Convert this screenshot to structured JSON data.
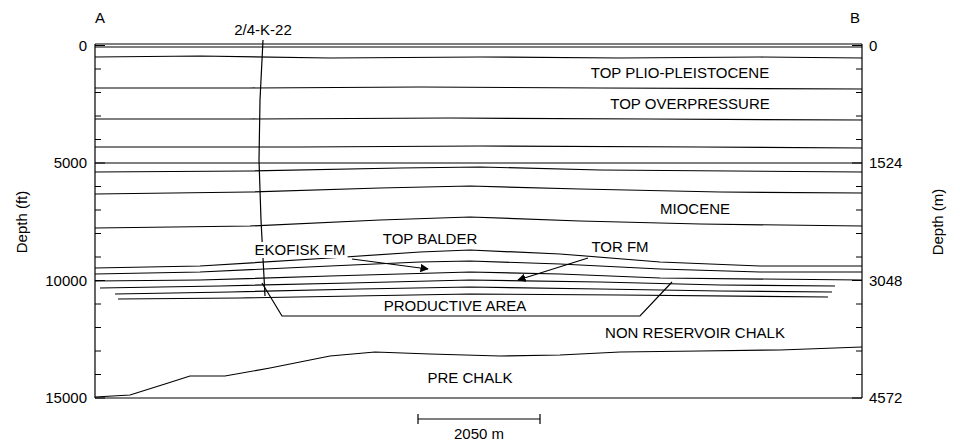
{
  "diagram": {
    "labels": [
      "A",
      "2/4-K-22",
      "B",
      "0",
      "0",
      "TOP PLIO-PLEISTOCENE",
      "TOP OVERPRESSURE",
      "5000",
      "1524",
      "Depth (ft)",
      "Depth (m)",
      "MIOCENE",
      "EKOFISK FM",
      "TOP BALDER",
      "TOR FM",
      "10000",
      "3048",
      "PRODUCTIVE AREA",
      "NON RESERVOIR CHALK",
      "PRE CHALK",
      "15000",
      "4572",
      "2050 m"
    ]
  }
}
